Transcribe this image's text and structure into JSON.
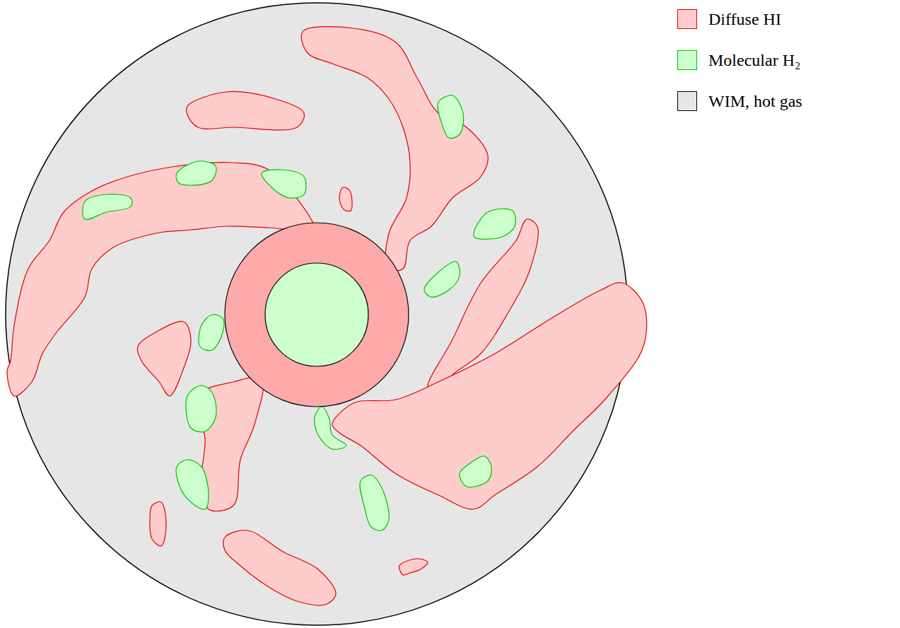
{
  "diagram": {
    "legend": [
      {
        "text": "Diffuse HI",
        "color": "#ffcccc"
      },
      {
        "text": "Molecular H₂",
        "color": "#ccffcc"
      },
      {
        "text": "WIM, hot gas",
        "color": "#e6e6e6"
      }
    ]
  }
}
